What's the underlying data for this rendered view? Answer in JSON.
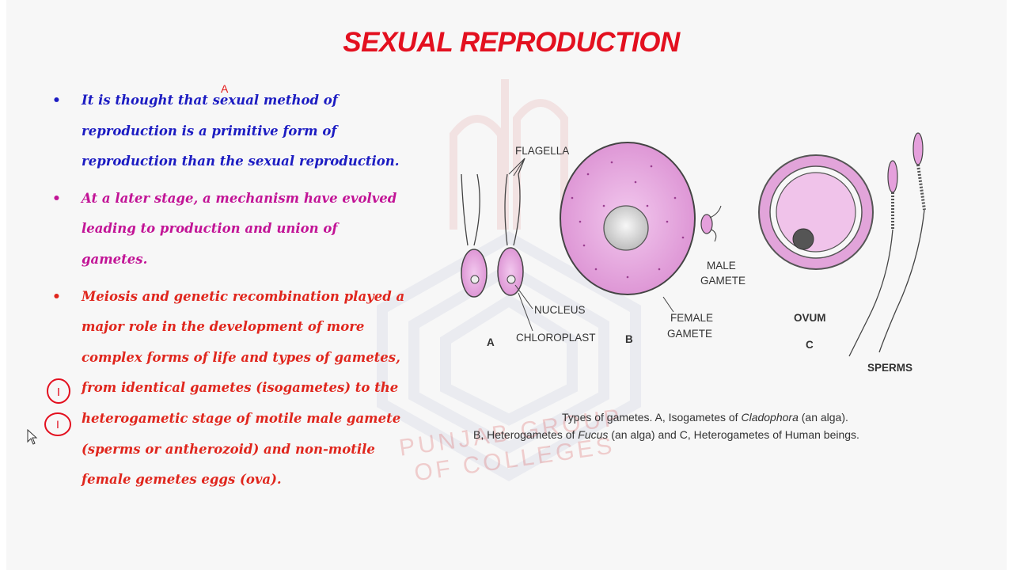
{
  "slide": {
    "title": "SEXUAL REPRODUCTION",
    "caret_mark": "A",
    "bullets": [
      {
        "text": "It is thought that sexual method of reproduction is a primitive form of reproduction than the sexual reproduction.",
        "color": "#1c1cc2"
      },
      {
        "text": "At a later stage, a mechanism have evolved leading to production and union of gametes.",
        "color": "#c21496"
      },
      {
        "text": "Meiosis and genetic recombination played a major role in the development of more complex forms of life and types of gametes, from identical gametes (isogametes) to the heterogametic stage of motile male gamete (sperms or antherozoid) and non-motile female gemetes eggs (ova).",
        "color": "#e0261d"
      }
    ],
    "bullet_lines": [
      [
        "It is thought that sexual method of",
        "reproduction is a primitive form of",
        "reproduction than the sexual reproduction."
      ],
      [
        "At a later stage, a mechanism have evolved",
        "leading to production and union of",
        "gametes."
      ],
      [
        "Meiosis and genetic recombination played a",
        "major role in the development of more",
        "complex forms of life and types of gametes,",
        "from identical gametes (isogametes) to the",
        "heterogametic stage of motile male gamete",
        "(sperms or antherozoid) and non-motile",
        "female gemetes eggs (ova)."
      ]
    ],
    "annotations": {
      "circle_1": "I",
      "circle_2": "I"
    },
    "watermark": "PUNJAB GROUP OF COLLEGES"
  },
  "figure": {
    "labels": {
      "flagella": "FLAGELLA",
      "nucleus": "NUCLEUS",
      "chloroplast": "CHLOROPLAST",
      "a": "A",
      "b": "B",
      "male_gamete_1": "MALE",
      "male_gamete_2": "GAMETE",
      "female_gamete_1": "FEMALE",
      "female_gamete_2": "GAMETE",
      "ovum": "OVUM",
      "c": "C",
      "sperms": "SPERMS"
    },
    "caption_line1_pre": "Types of gametes. A, Isogametes of ",
    "caption_line1_em": "Cladophora",
    "caption_line1_post": " (an alga).",
    "caption_line2_pre": "B, Heterogametes of ",
    "caption_line2_em": "Fucus",
    "caption_line2_post": " (an alga) and C, Heterogametes of Human beings."
  },
  "colors": {
    "title": "#e3101f",
    "cell_fill": "#e9a6e0",
    "cell_dark": "#d98bd0"
  }
}
